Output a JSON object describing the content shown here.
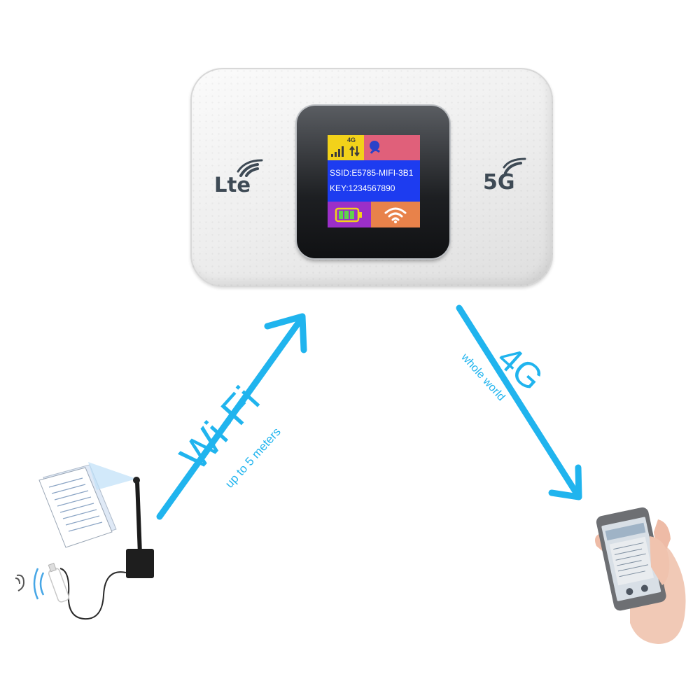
{
  "device": {
    "badge_left": "Lte",
    "badge_right": "5G",
    "screen": {
      "network_type": "4G",
      "ssid": "SSID:E5785-MIFI-3B1",
      "key": "KEY:1234567890"
    }
  },
  "links": {
    "wifi": {
      "label": "Wi-Fi",
      "sublabel": "up to 5 meters"
    },
    "cellular": {
      "label": "4G",
      "sublabel": "whole world"
    }
  },
  "colors": {
    "arrow": "#20b4ee",
    "router_body": "#eeeeee",
    "screen_blue": "#1d3cf0",
    "screen_yellow": "#f2d21a",
    "screen_pink": "#e0607a",
    "screen_purple": "#9b2fc8",
    "screen_orange": "#e8824a"
  }
}
